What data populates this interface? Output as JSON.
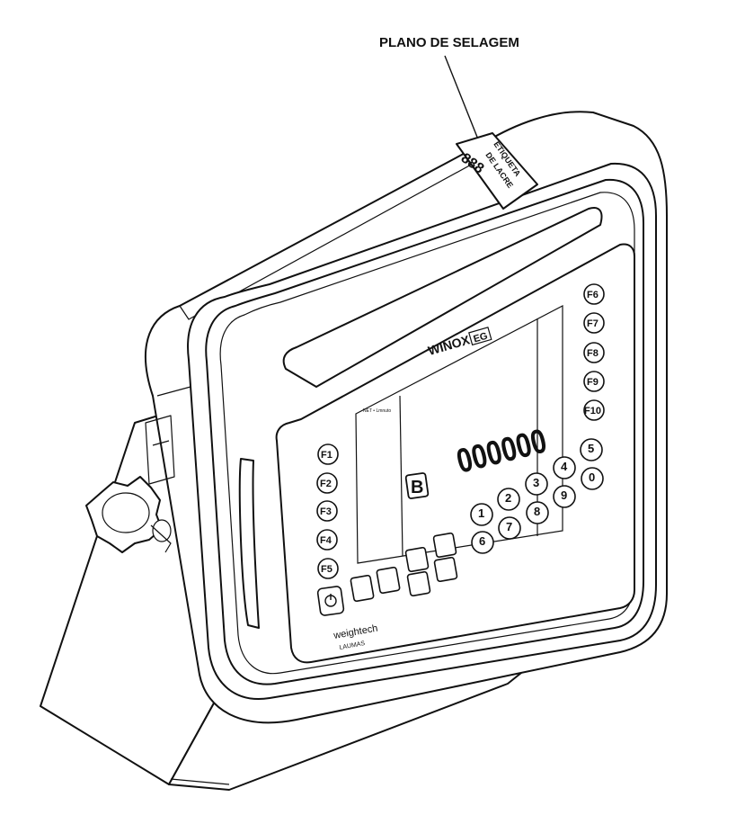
{
  "callout": {
    "label": "PLANO DE SELAGEM"
  },
  "seal_label": {
    "number": "888",
    "text_line1": "ETIQUETA",
    "text_line2": "DE LACRE"
  },
  "device": {
    "model": "WINOX",
    "model_suffix": "EG",
    "display": {
      "value": "000000",
      "badge": "B"
    },
    "function_keys_left": [
      "F1",
      "F2",
      "F3",
      "F4",
      "F5"
    ],
    "function_keys_right": [
      "F6",
      "F7",
      "F8",
      "F9",
      "F10"
    ],
    "numeric_keys": [
      "1",
      "2",
      "3",
      "4",
      "5",
      "6",
      "7",
      "8",
      "9",
      "0"
    ],
    "brand_line1": "weightech",
    "brand_line2": "LAUMAS"
  }
}
